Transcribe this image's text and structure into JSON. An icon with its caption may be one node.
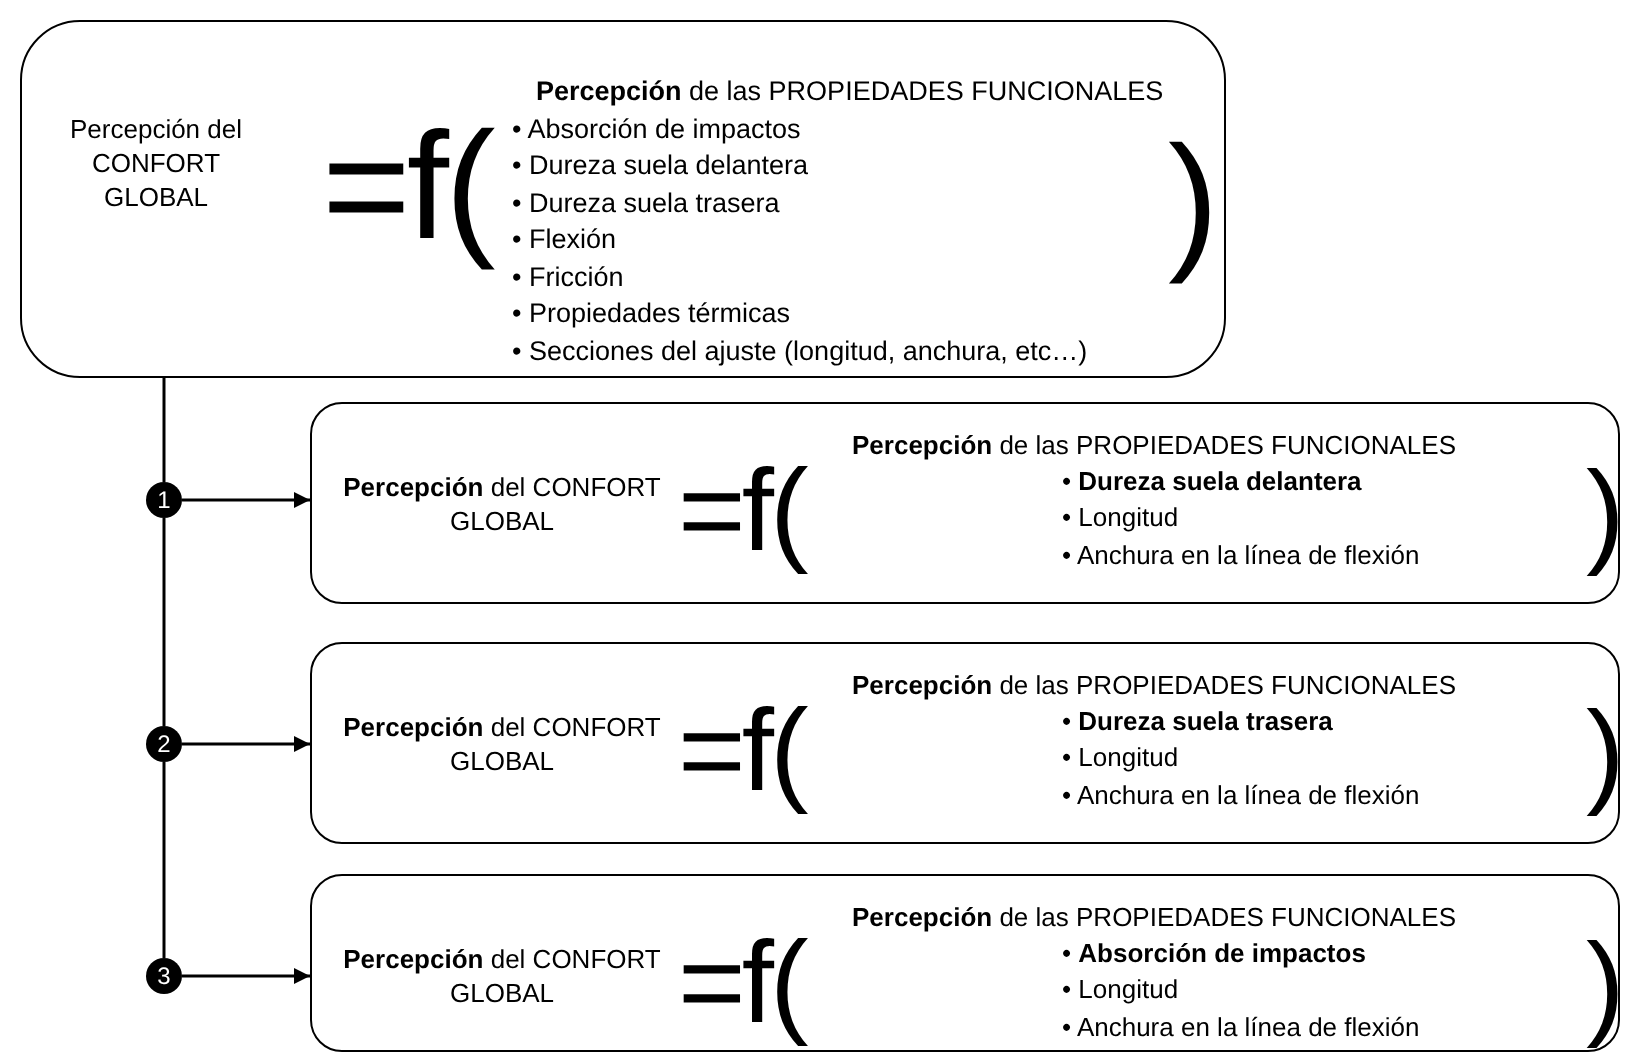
{
  "diagram": {
    "nodes": [
      {
        "text": [
          "Percepción del CONFORT GLOBAL",
          "=f(",
          "**Percepción** de las PROPIEDADES FUNCIONALES",
          "• Absorción de impactos",
          "• Dureza suela delantera",
          "• Dureza suela trasera",
          "• Flexión",
          "• Fricción",
          "• Propiedades térmicas",
          "• Secciones del ajuste (longitud, anchura, etc…)",
          ")"
        ]
      },
      {
        "text": [
          "1"
        ]
      },
      {
        "text": [
          "**Percepción** del CONFORT GLOBAL",
          "=f(",
          "**Percepción** de las PROPIEDADES FUNCIONALES",
          "• **Dureza suela delantera**",
          "• Longitud",
          "• Anchura en la línea de flexión",
          ")"
        ]
      },
      {
        "text": [
          "2"
        ]
      },
      {
        "text": [
          "**Percepción** del CONFORT GLOBAL",
          "=f(",
          "**Percepción** de las PROPIEDADES FUNCIONALES",
          "• **Dureza suela trasera**",
          "• Longitud",
          "• Anchura en la línea de flexión",
          ")"
        ]
      },
      {
        "text": [
          "3"
        ]
      },
      {
        "text": [
          "**Percepción** del CONFORT GLOBAL",
          "=f(",
          "**Percepción** de las PROPIEDADES FUNCIONALES",
          "• **Absorción de impactos**",
          "• Longitud",
          "• Anchura en la línea de flexión",
          ")"
        ]
      }
    ],
    "edges": [
      {
        "from": 0,
        "to": 1,
        "arrow": "none"
      },
      {
        "from": 1,
        "to": 3,
        "arrow": "none"
      },
      {
        "from": 3,
        "to": 5,
        "arrow": "none"
      },
      {
        "from": 1,
        "to": 2,
        "arrow": "to"
      },
      {
        "from": 3,
        "to": 4,
        "arrow": "to"
      },
      {
        "from": 5,
        "to": 6,
        "arrow": "to"
      }
    ]
  }
}
